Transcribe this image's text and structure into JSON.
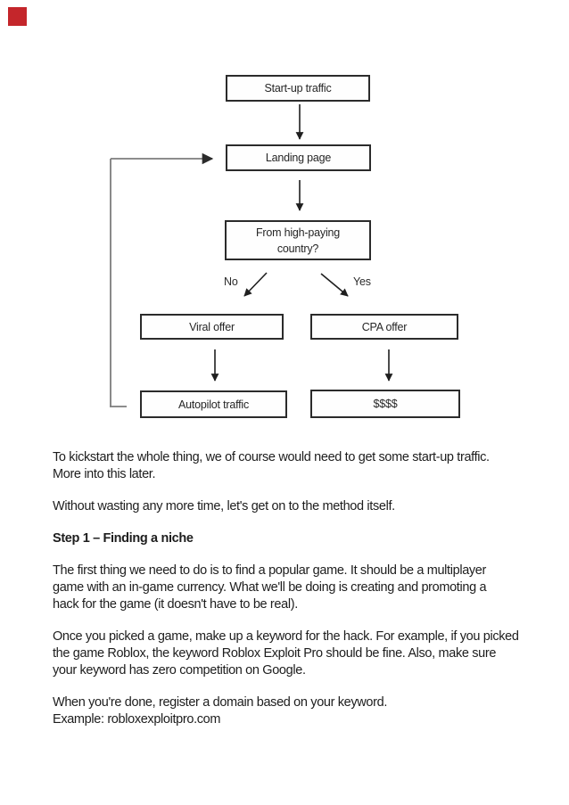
{
  "page": {
    "type": "scanned-document-page",
    "colors": {
      "corner_marker": "#c4262b",
      "box_border": "#2b2b2b",
      "arrow": "#1f1f1f",
      "loop_line": "#7d7d7d",
      "text": "#1d1d1d"
    }
  },
  "flowchart": {
    "nodes": [
      {
        "id": "startup",
        "label": "Start-up traffic"
      },
      {
        "id": "landing",
        "label": "Landing page"
      },
      {
        "id": "country",
        "label": "From high-paying\ncountry?"
      },
      {
        "id": "viral",
        "label": "Viral offer"
      },
      {
        "id": "cpa",
        "label": "CPA offer"
      },
      {
        "id": "autopilot",
        "label": "Autopilot traffic"
      },
      {
        "id": "money",
        "label": "$$$$"
      }
    ],
    "edge_labels": {
      "no": "No",
      "yes": "Yes"
    },
    "edges": [
      {
        "from": "startup",
        "to": "landing"
      },
      {
        "from": "landing",
        "to": "country"
      },
      {
        "from": "country",
        "to": "viral",
        "label": "No"
      },
      {
        "from": "country",
        "to": "cpa",
        "label": "Yes"
      },
      {
        "from": "viral",
        "to": "autopilot"
      },
      {
        "from": "cpa",
        "to": "money"
      },
      {
        "from": "autopilot",
        "to": "landing",
        "type": "feedback-loop"
      }
    ]
  },
  "body": {
    "paragraphs": [
      {
        "lines": [
          "To kickstart the whole thing, we of course would need to get some start-up traffic.",
          "More into this later."
        ]
      },
      {
        "lines": [
          "Without wasting any more time, let's get on to the method itself."
        ]
      },
      {
        "style": "bold",
        "lines": [
          "Step 1 – Finding a niche"
        ]
      },
      {
        "lines": [
          "The first thing we need to do is to find a popular game. It should be a multiplayer",
          "game with an in-game currency. What we'll be doing is creating and promoting a",
          "hack for the game (it doesn't have to be real)."
        ]
      },
      {
        "lines": [
          "Once you picked a game, make up a keyword for the hack. For example, if you picked",
          "the game Roblox, the keyword Roblox Exploit Pro should be fine. Also, make sure",
          "your keyword has zero competition on Google."
        ]
      },
      {
        "lines": [
          "When you're done, register a domain based on your keyword.",
          "Example: robloxexploitpro.com"
        ]
      }
    ]
  }
}
